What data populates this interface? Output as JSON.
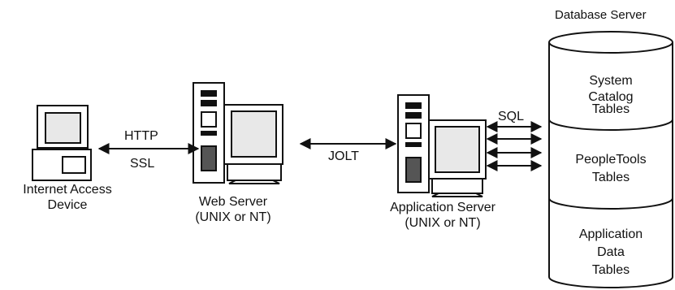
{
  "diagram": {
    "nodes": {
      "internet_device": {
        "label_line1": "Internet Access",
        "label_line2": "Device"
      },
      "web_server": {
        "label_line1": "Web Server",
        "label_line2": "(UNIX or NT)"
      },
      "app_server": {
        "label_line1": "Application Server",
        "label_line2": "(UNIX or NT)"
      },
      "database": {
        "title": "Database Server",
        "sections": [
          {
            "line1": "System",
            "line2": "Catalog",
            "line3": "Tables"
          },
          {
            "line1": "PeopleTools",
            "line2": "Tables"
          },
          {
            "line1": "Application",
            "line2": "Data",
            "line3": "Tables"
          }
        ]
      }
    },
    "connections": {
      "http_label": "HTTP",
      "ssl_label": "SSL",
      "jolt_label": "JOLT",
      "sql_label": "SQL"
    }
  }
}
